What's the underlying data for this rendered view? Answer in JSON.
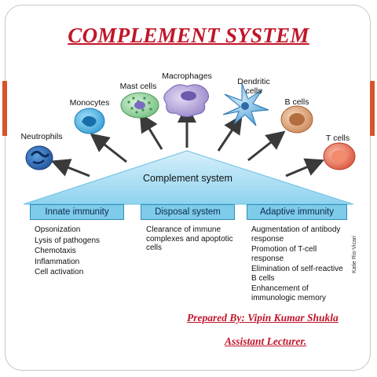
{
  "slide": {
    "title": "COMPLEMENT SYSTEM",
    "prepared_by": "Prepared By: Vipin Kumar Shukla",
    "position": "Assistant Lecturer."
  },
  "diagram": {
    "hub_label": "Complement system",
    "cells": [
      {
        "name": "Neutrophils",
        "color": "#2f6fb8",
        "icon": "neutrophil-cell"
      },
      {
        "name": "Monocytes",
        "color": "#4fb6e6",
        "icon": "monocyte-cell"
      },
      {
        "name": "Mast cells",
        "color": "#8fd19a",
        "icon": "mast-cell"
      },
      {
        "name": "Macrophages",
        "color": "#b9a8dc",
        "icon": "macrophage-cell"
      },
      {
        "name": "Dendritic cells",
        "color": "#6fb6e4",
        "icon": "dendritic-cell"
      },
      {
        "name": "B cells",
        "color": "#e0a576",
        "icon": "b-cell"
      },
      {
        "name": "T cells",
        "color": "#ec7154",
        "icon": "t-cell"
      }
    ],
    "categories": [
      {
        "header": "Innate immunity",
        "items": [
          "Opsonization",
          "Lysis of pathogens",
          "Chemotaxis",
          "Inflammation",
          "Cell activation"
        ]
      },
      {
        "header": "Disposal system",
        "items": [
          "Clearance of immune complexes and apoptotic cells"
        ]
      },
      {
        "header": "Adaptive immunity",
        "items": [
          "Augmentation of antibody response",
          "Promotion of T-cell response",
          "Elimination of self-reactive B cells",
          "Enhancement of immunologic memory"
        ]
      }
    ],
    "credit": "Katie Ris-Vicari",
    "colors": {
      "title": "#c0162a",
      "triangle": "#a9def3",
      "category_box": "#7ecbea",
      "arrow": "#3a3a3a"
    }
  }
}
